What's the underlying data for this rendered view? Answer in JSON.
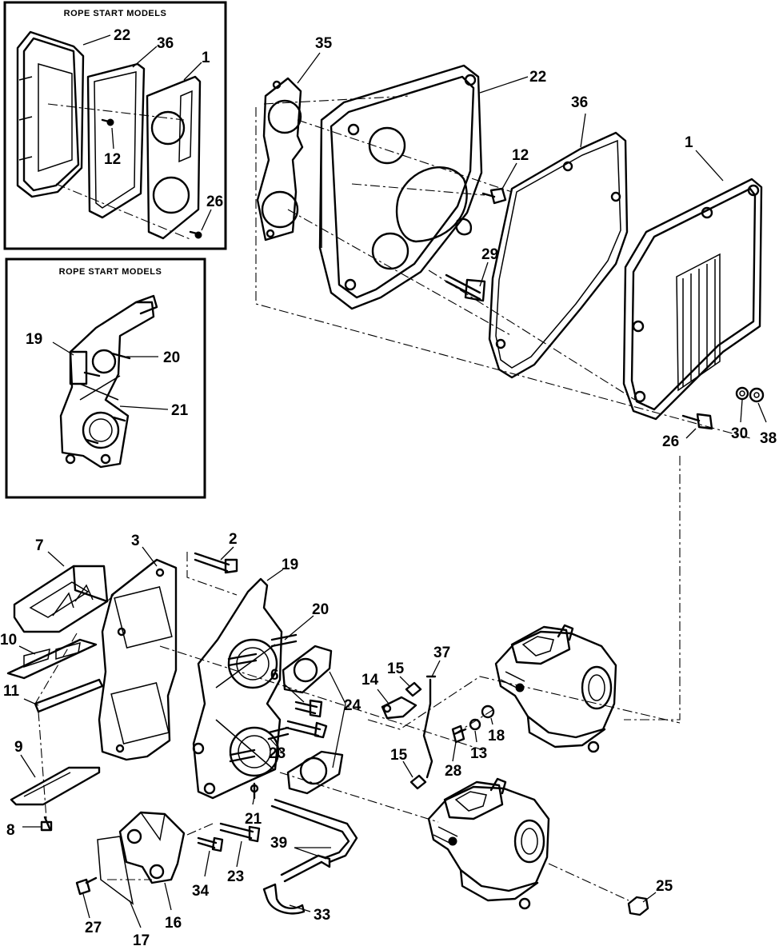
{
  "insets": [
    {
      "title": "ROPE START MODELS"
    },
    {
      "title": "ROPE START MODELS"
    }
  ],
  "callouts": {
    "a22": "22",
    "a36": "36",
    "a1": "1",
    "a12": "12",
    "a26": "26",
    "b19": "19",
    "b20": "20",
    "b21": "21",
    "m35": "35",
    "m22": "22",
    "m36": "36",
    "m12": "12",
    "m1": "1",
    "m29": "29",
    "m26": "26",
    "m30": "30",
    "m38": "38",
    "l7": "7",
    "l3": "3",
    "l2": "2",
    "l19": "19",
    "l20": "20",
    "l10": "10",
    "l6": "6",
    "l24": "24",
    "l11": "11",
    "l23a": "23",
    "l9": "9",
    "l21": "21",
    "l8": "8",
    "l39": "39",
    "l23b": "23",
    "l34": "34",
    "l27": "27",
    "l16": "16",
    "l17": "17",
    "l33": "33",
    "r37": "37",
    "r15a": "15",
    "r14": "14",
    "r18": "18",
    "r13": "13",
    "r28": "28",
    "r15b": "15",
    "r25": "25"
  }
}
